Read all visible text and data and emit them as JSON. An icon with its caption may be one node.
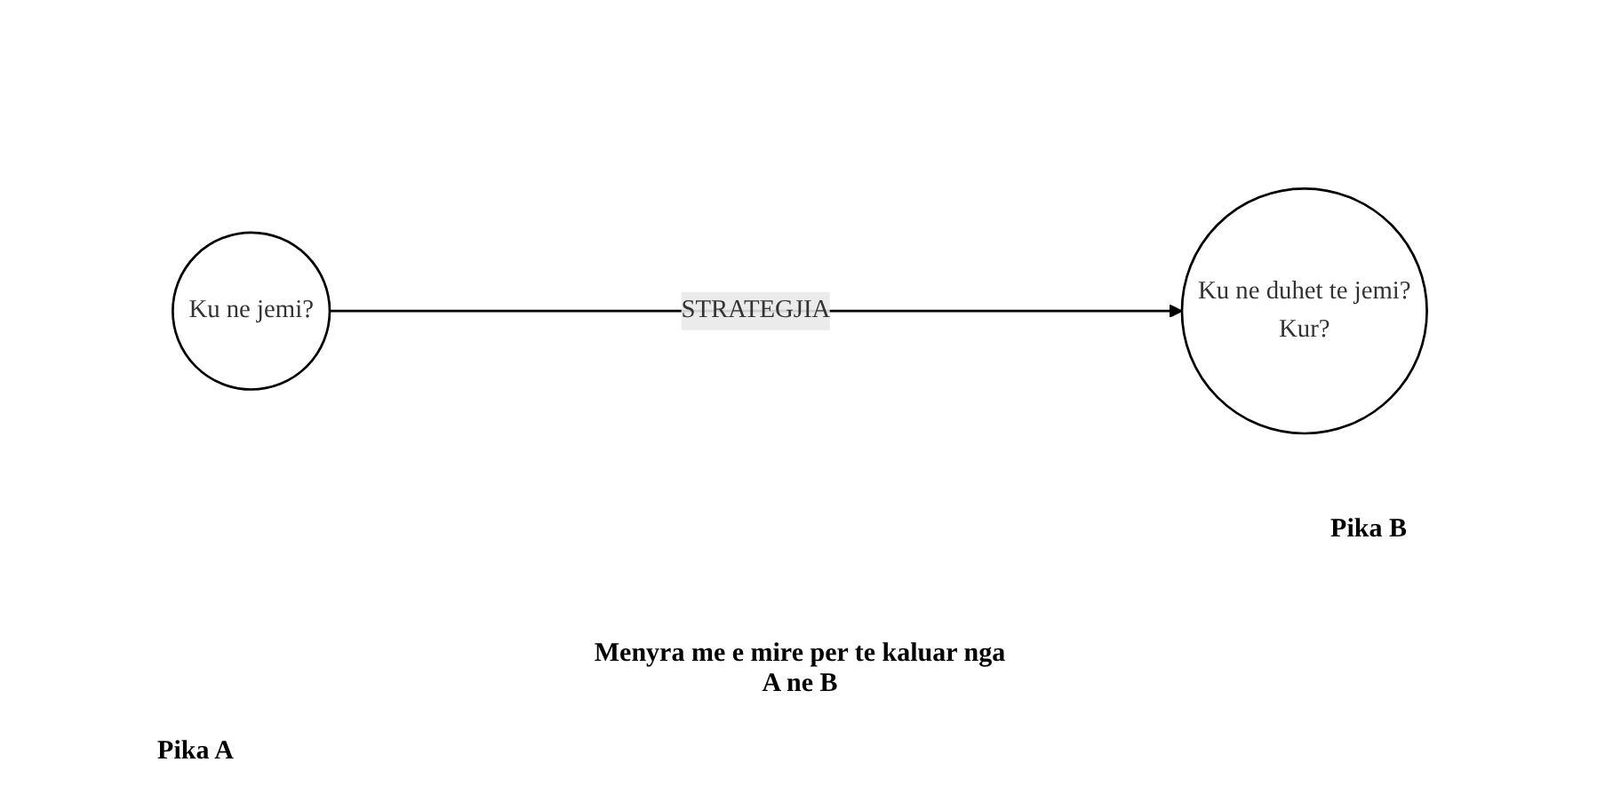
{
  "diagram": {
    "nodes": [
      {
        "text": [
          "Ku ne jemi?"
        ]
      },
      {
        "text": [
          "Ku ne duhet te jemi?",
          "Kur?"
        ]
      }
    ],
    "edges": [
      {
        "from": 0,
        "to": 1,
        "arrow": "to",
        "label": "STRATEGJIA"
      }
    ],
    "labels": [
      "Pika B",
      "Menyra me e mire per te kaluar nga A ne B",
      "Pika A"
    ]
  }
}
